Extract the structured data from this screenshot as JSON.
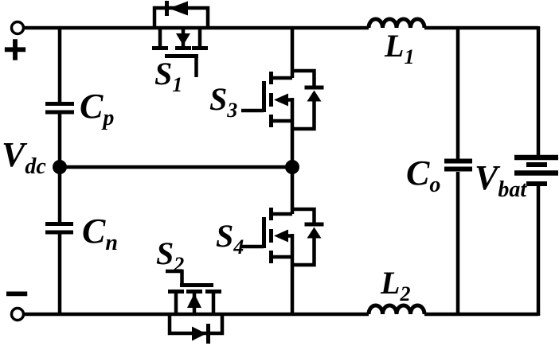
{
  "diagram": {
    "kind": "power-electronics-circuit-schematic",
    "colors": {
      "stroke": "#000000",
      "background": "#ffffff"
    },
    "terminals": {
      "positive": "+",
      "negative": "−"
    },
    "labels": {
      "input_voltage": {
        "base": "V",
        "sub": "dc"
      },
      "upper_capacitor": {
        "base": "C",
        "sub": "p"
      },
      "lower_capacitor": {
        "base": "C",
        "sub": "n"
      },
      "switch_1": {
        "base": "S",
        "sub": "1"
      },
      "switch_2": {
        "base": "S",
        "sub": "2"
      },
      "switch_3": {
        "base": "S",
        "sub": "3"
      },
      "switch_4": {
        "base": "S",
        "sub": "4"
      },
      "inductor_1": {
        "base": "L",
        "sub": "1"
      },
      "inductor_2": {
        "base": "L",
        "sub": "2"
      },
      "output_capacitor": {
        "base": "C",
        "sub": "o"
      },
      "battery_voltage": {
        "base": "V",
        "sub": "bat"
      }
    }
  }
}
